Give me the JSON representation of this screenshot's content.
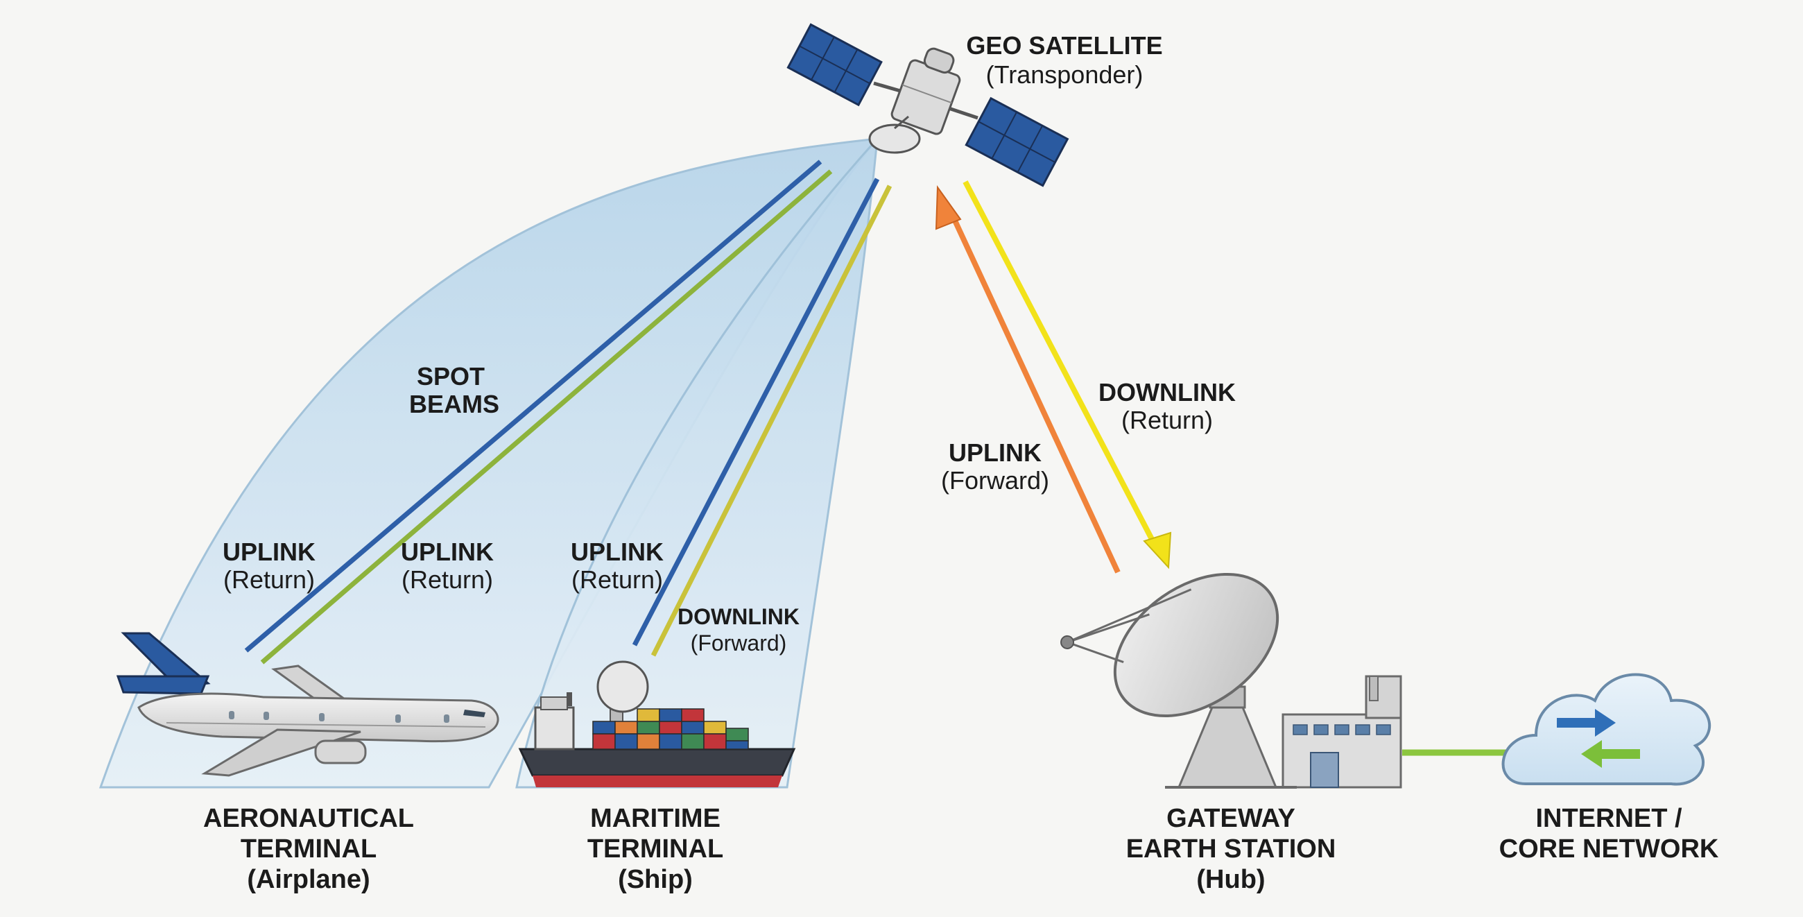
{
  "satellite": {
    "title": "GEO SATELLITE",
    "subtitle": "(Transponder)"
  },
  "spot_beams": {
    "line1": "SPOT",
    "line2": "BEAMS"
  },
  "links": {
    "air_uplink_blue": {
      "label": "UPLINK",
      "sub": "(Return)",
      "color": "#2e5fa8"
    },
    "air_uplink_green": {
      "label": "UPLINK",
      "sub": "(Return)",
      "color": "#8db33c"
    },
    "ship_uplink": {
      "label": "UPLINK",
      "sub": "(Return)",
      "color": "#2e5fa8"
    },
    "ship_downlink": {
      "label": "DOWNLINK",
      "sub": "(Forward)",
      "color": "#c9c23a"
    },
    "gw_uplink": {
      "label": "UPLINK",
      "sub": "(Forward)",
      "color": "#f0833a"
    },
    "gw_downlink": {
      "label": "DOWNLINK",
      "sub": "(Return)",
      "color": "#f2e21a"
    }
  },
  "terminals": {
    "aero": {
      "line1": "AERONAUTICAL",
      "line2": "TERMINAL",
      "line3": "(Airplane)"
    },
    "maritime": {
      "line1": "MARITIME",
      "line2": "TERMINAL",
      "line3": "(Ship)"
    },
    "gateway": {
      "line1": "GATEWAY",
      "line2": "EARTH STATION",
      "line3": "(Hub)"
    },
    "internet": {
      "line1": "INTERNET /",
      "line2": "CORE NETWORK"
    }
  },
  "colors": {
    "beam_fill": "#cfe3f0",
    "beam_stroke": "#9ec0d8",
    "panel_blue": "#2a5aa0",
    "network_link": "#8cc63f",
    "cloud_fill": "#dcebf6",
    "arrow_blue": "#2f6fb8",
    "arrow_green": "#7cbf3a"
  }
}
